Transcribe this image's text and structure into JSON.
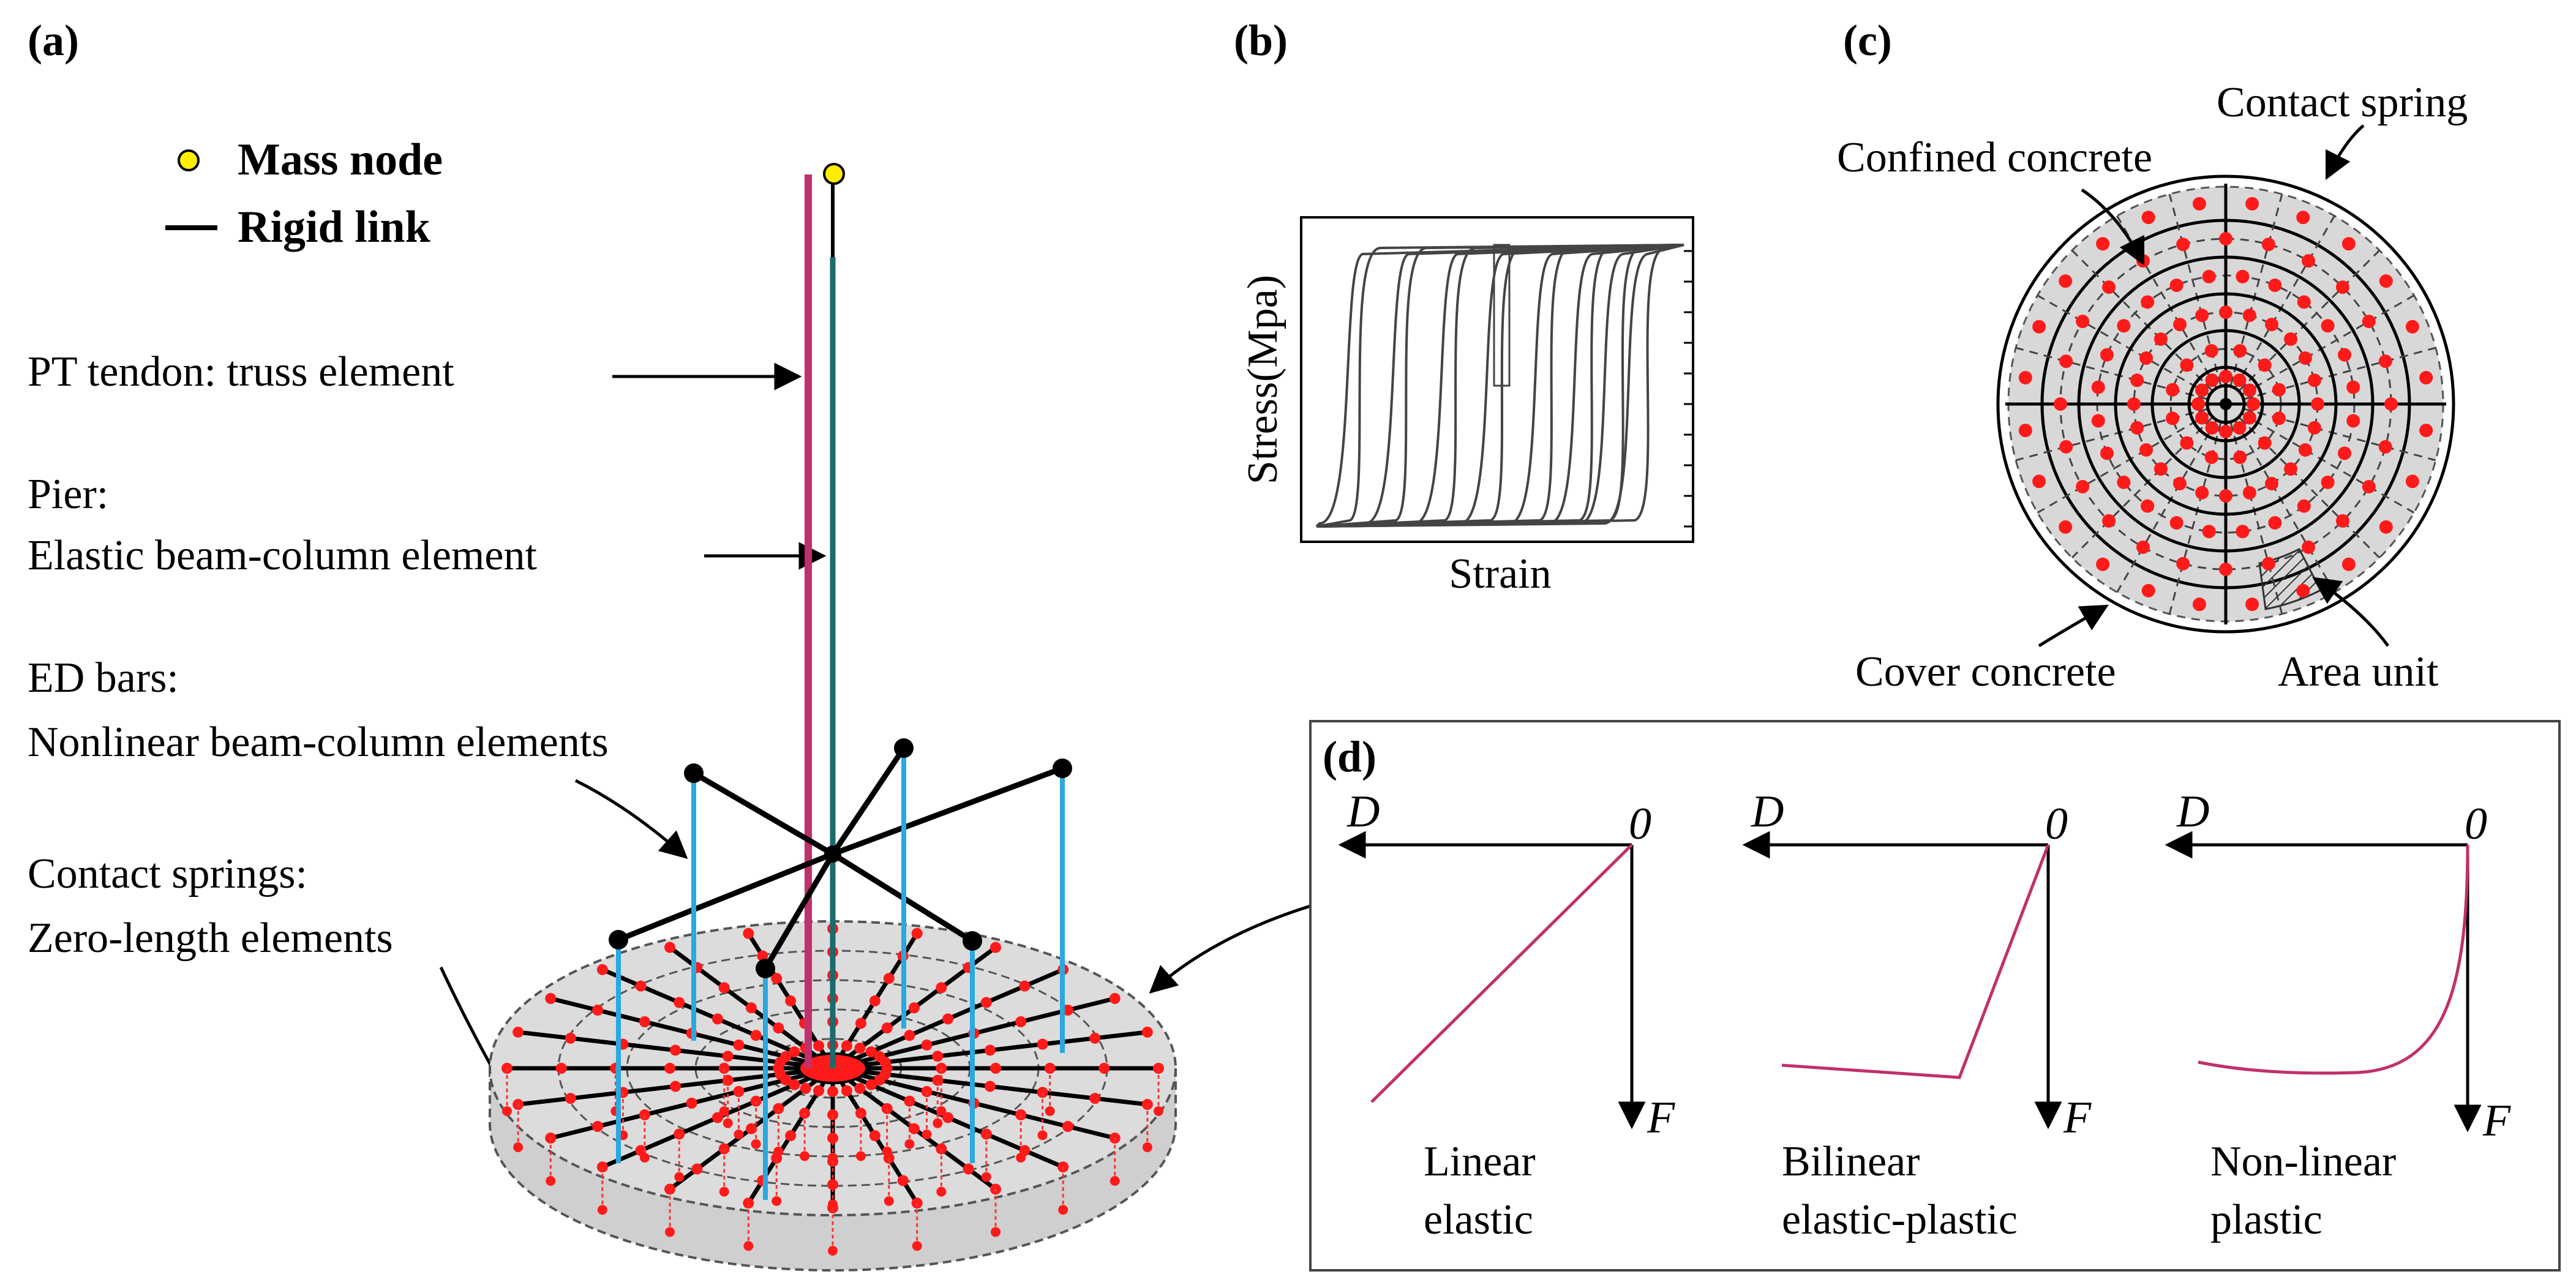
{
  "panels": {
    "a": {
      "label": "(a)",
      "legend": {
        "mass_node": "Mass node",
        "rigid_link": "Rigid link"
      },
      "callouts": {
        "pt_tendon": "PT tendon: truss element",
        "pier_1": "Pier:",
        "pier_2": "Elastic beam-column element",
        "ed_1": "ED bars:",
        "ed_2": "Nonlinear beam-column elements",
        "cs_1": "Contact springs:",
        "cs_2": "Zero-length elements"
      }
    },
    "b": {
      "label": "(b)",
      "ylabel": "Stress(Mpa)",
      "xlabel": "Strain"
    },
    "c": {
      "label": "(c)",
      "contact_spring": "Contact spring",
      "confined_concrete": "Confined concrete",
      "cover_concrete": "Cover concrete",
      "area_unit": "Area unit"
    },
    "d": {
      "label": "(d)",
      "curves": [
        {
          "axis_d": "D",
          "axis_0": "0",
          "axis_f": "F",
          "name1": "Linear",
          "name2": "elastic"
        },
        {
          "axis_d": "D",
          "axis_0": "0",
          "axis_f": "F",
          "name1": "Bilinear",
          "name2": "elastic-plastic"
        },
        {
          "axis_d": "D",
          "axis_0": "0",
          "axis_f": "F",
          "name1": "Non-linear",
          "name2": "plastic"
        }
      ]
    }
  },
  "colors": {
    "tendon": "#c0306a",
    "pier": "#1a6a70",
    "ed_bar": "#2aa8e0",
    "node": "#ff1a1a",
    "mass_node": "#ffee00",
    "curve": "#c0306a",
    "shade": "#d8d8d8"
  },
  "icons": [
    "mass-node-icon",
    "rigid-link-icon"
  ]
}
